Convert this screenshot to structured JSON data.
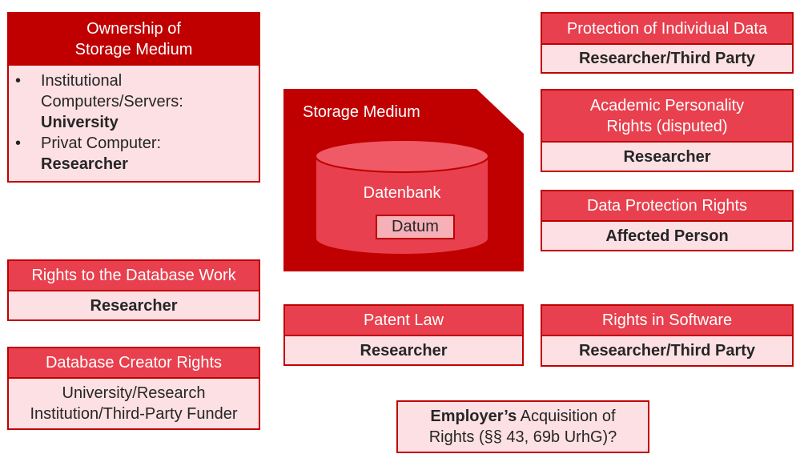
{
  "ownership": {
    "title_line1": "Ownership of",
    "title_line2": "Storage Medium",
    "item1_line1": "Institutional",
    "item1_line2": "Computers/Servers:",
    "item1_holder": "University",
    "item2_line1": "Privat Computer:",
    "item2_holder": "Researcher"
  },
  "storage": {
    "label": "Storage Medium",
    "database_label": "Datenbank",
    "datum_label": "Datum"
  },
  "boxes": {
    "individual_data": {
      "title": "Protection of Individual Data",
      "holder": "Researcher/Third Party"
    },
    "academic_personality": {
      "title_line1": "Academic Personality",
      "title_line2": "Rights (disputed)",
      "holder": "Researcher"
    },
    "data_protection": {
      "title": "Data Protection Rights",
      "holder": "Affected Person"
    },
    "database_work": {
      "title": "Rights to the Database Work",
      "holder": "Researcher"
    },
    "database_creator": {
      "title": "Database Creator Rights",
      "holder_line1": "University/Research",
      "holder_line2": "Institution/Third-Party Funder"
    },
    "patent": {
      "title": "Patent Law",
      "holder": "Researcher"
    },
    "software": {
      "title": "Rights in Software",
      "holder": "Researcher/Third Party"
    }
  },
  "employer": {
    "bold": "Employer’s",
    "rest_line1": " Acquisition of",
    "line2": "Rights (§§ 43, 69b UrhG)?"
  },
  "colors": {
    "dark_red": "#c00000",
    "medium_red": "#e8404e",
    "light_pink": "#fde0e3"
  }
}
